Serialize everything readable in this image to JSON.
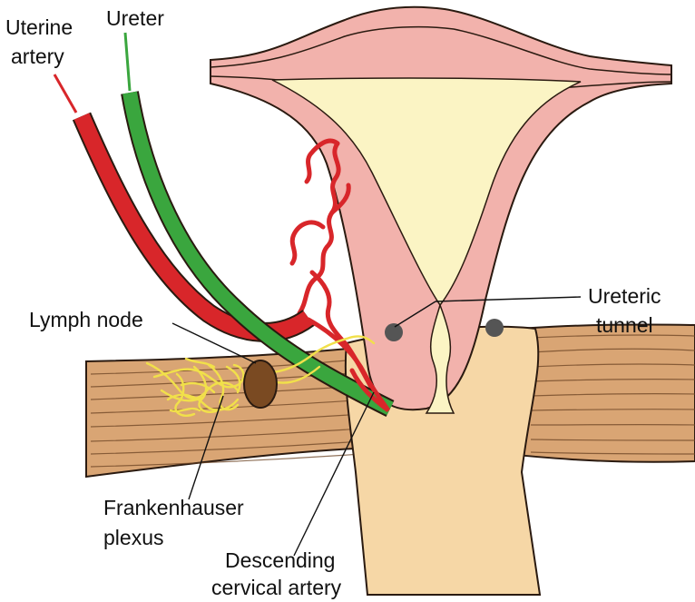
{
  "labels": {
    "uterine_artery_line1": "Uterine",
    "uterine_artery_line2": "artery",
    "ureter": "Ureter",
    "ureteric_tunnel_line1": "Ureteric",
    "ureteric_tunnel_line2": "tunnel",
    "lymph_node": "Lymph node",
    "frankenhauser_line1": "Frankenhauser",
    "frankenhauser_line2": "plexus",
    "descending_line1": "Descending",
    "descending_line2": "cervical artery"
  },
  "colors": {
    "uterine_artery": "#d8262a",
    "ureter": "#3aa63e",
    "uterus_wall": "#f2b2ac",
    "uterine_cavity": "#fbf4c4",
    "cervix_vagina": "#f6d7a6",
    "ligament": "#d9a574",
    "lymph_node": "#7a4a22",
    "nerve_plexus": "#f1e04a",
    "ureteric_orifice": "#555555"
  }
}
